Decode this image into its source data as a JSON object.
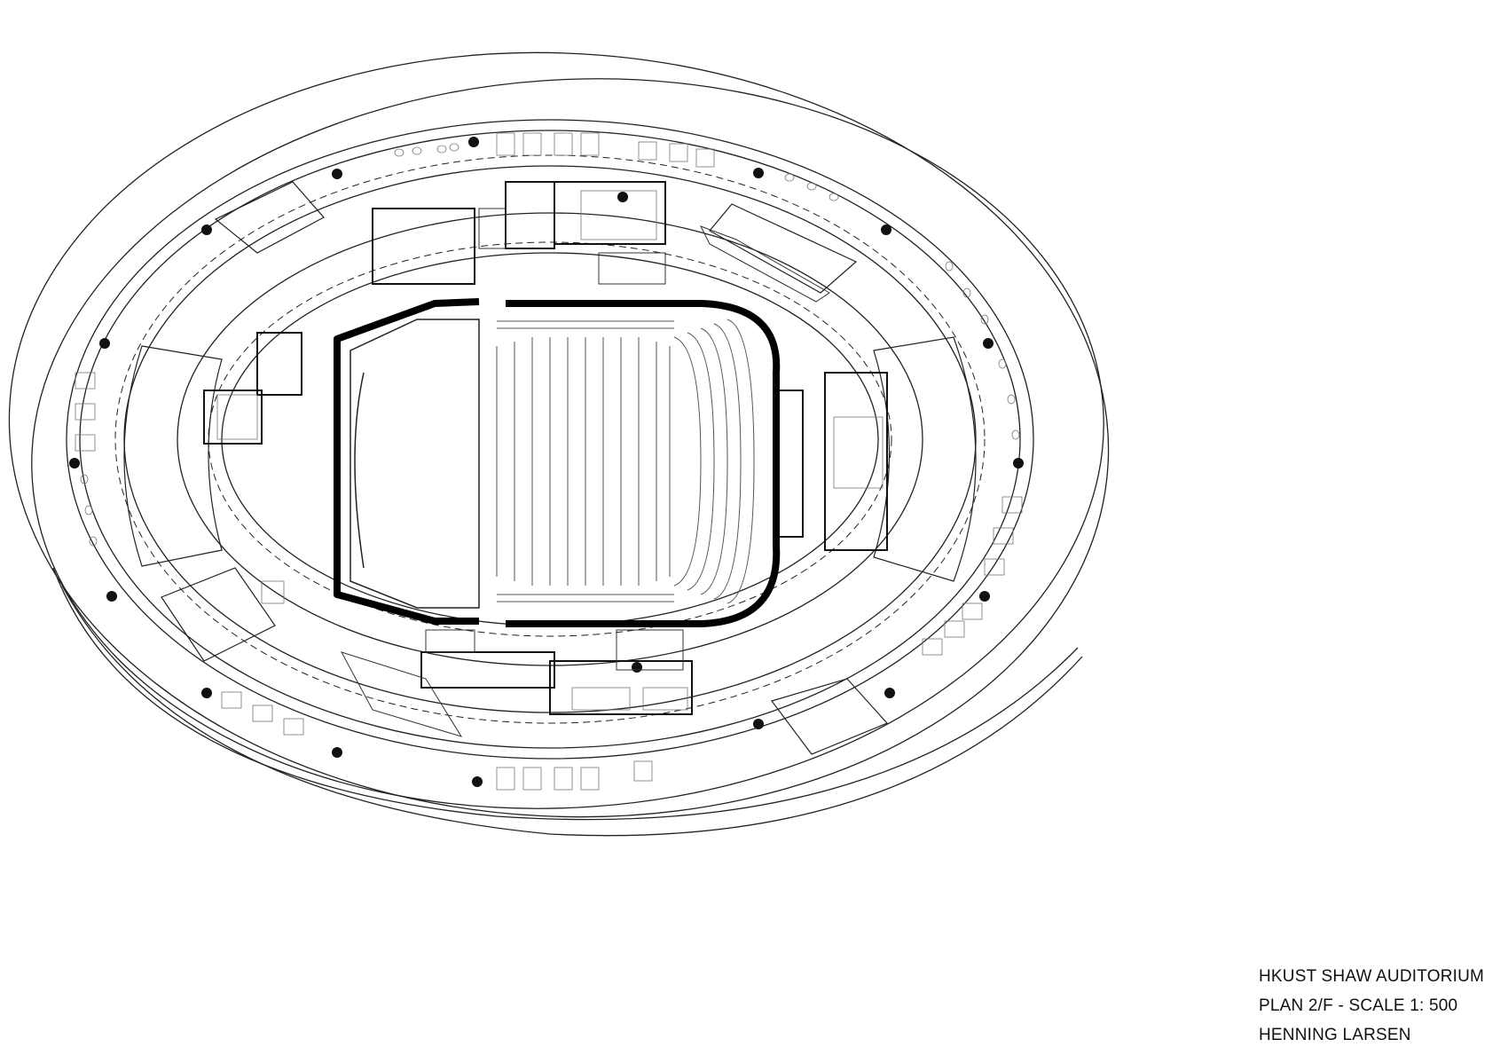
{
  "drawing": {
    "type": "architectural floor plan",
    "line_color": "#111111",
    "background": "#ffffff"
  },
  "title_block": {
    "project": "HKUST SHAW AUDITORIUM",
    "sheet": "PLAN  2/F - SCALE 1: 500",
    "architect": "HENNING LARSEN"
  }
}
